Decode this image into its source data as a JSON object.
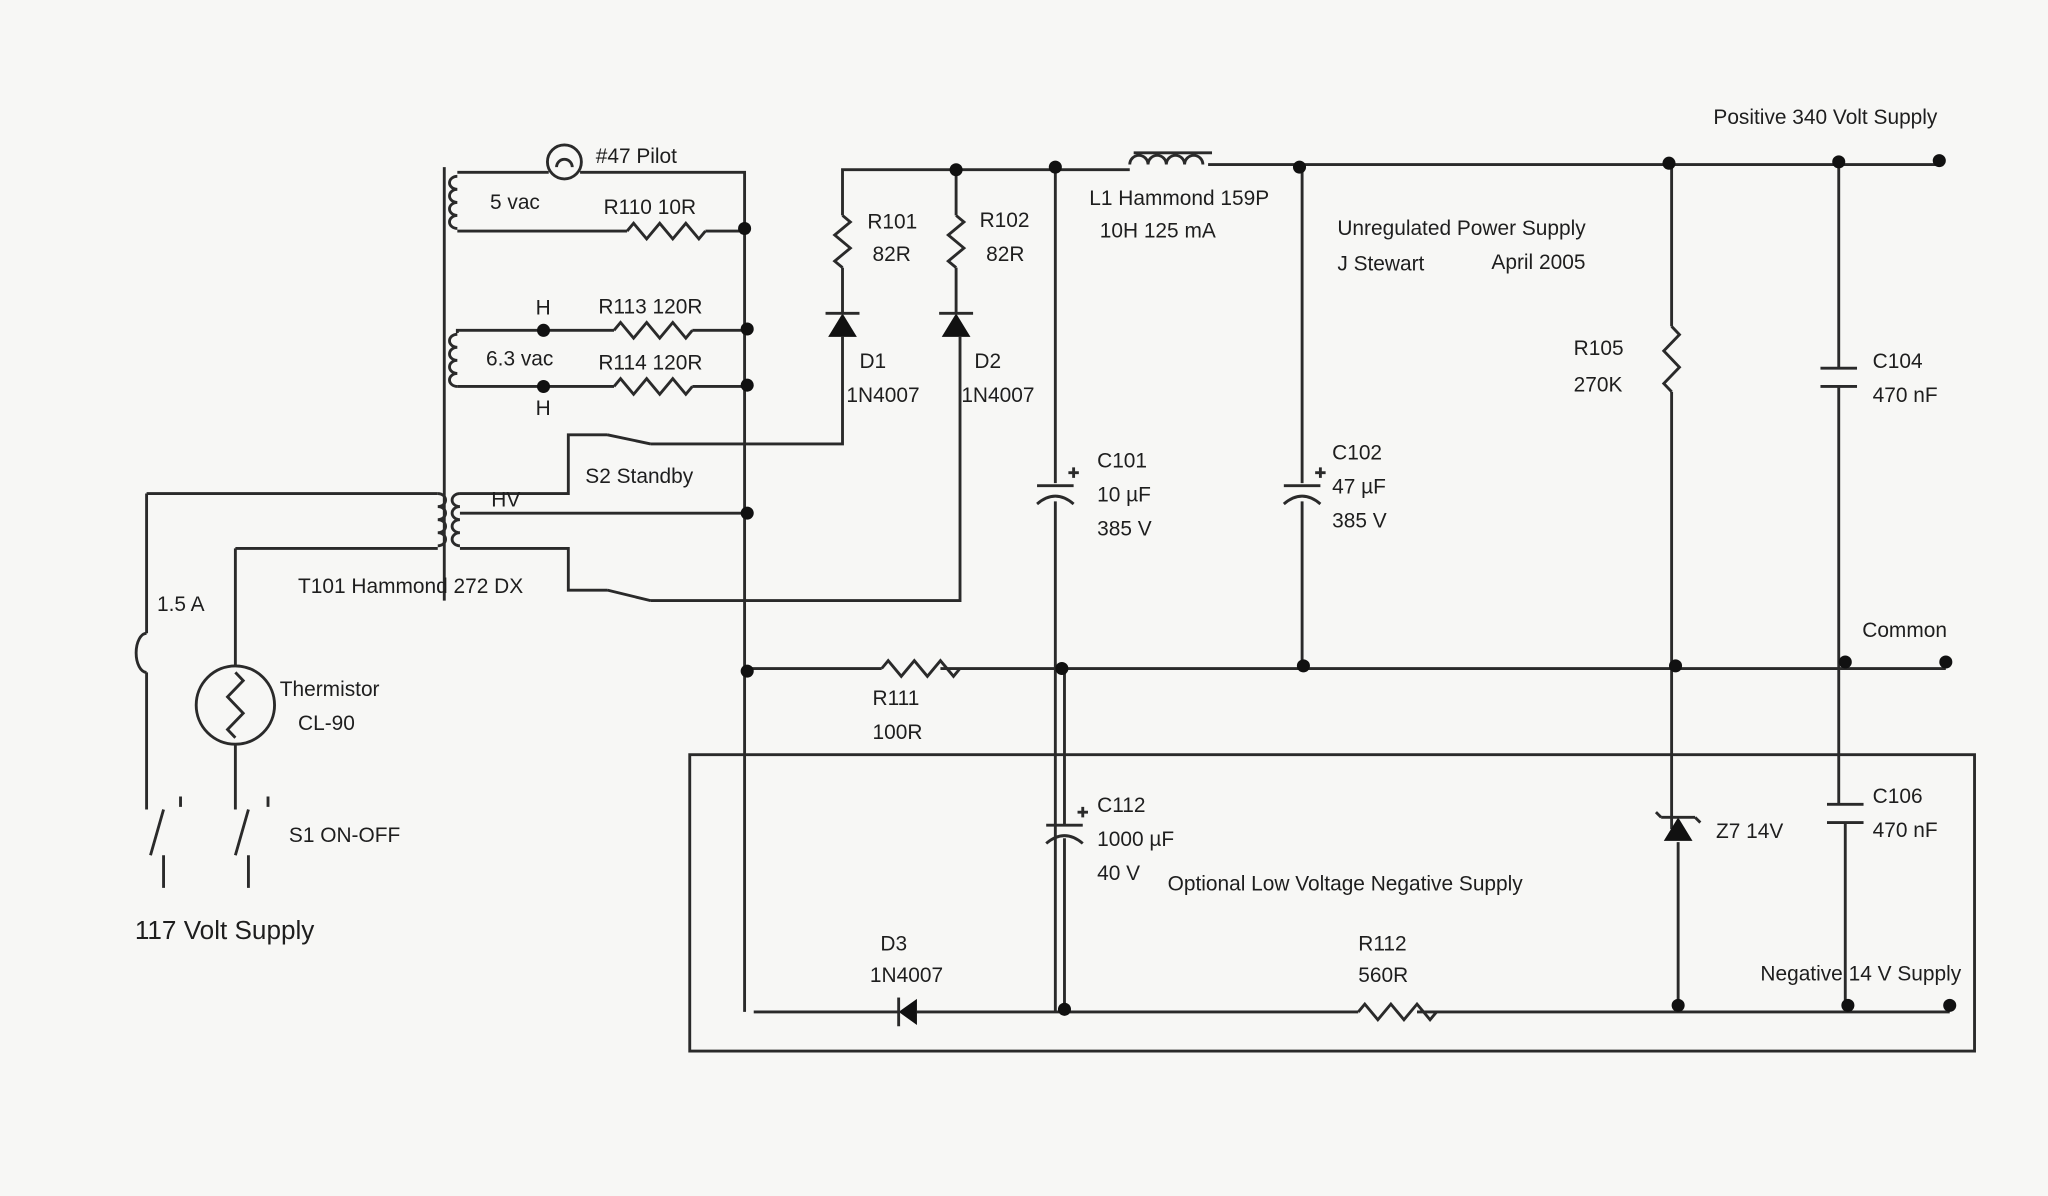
{
  "title": "Unregulated Power Supply",
  "author": "J Stewart",
  "date": "April 2005",
  "labels": {
    "pilot": "#47 Pilot",
    "v5": "5 vac",
    "r110": "R110 10R",
    "h1": "H",
    "h2": "H",
    "r113": "R113 120R",
    "v63": "6.3 vac",
    "r114": "R114 120R",
    "s2": "S2 Standby",
    "hv": "HV",
    "t101": "T101 Hammond 272 DX",
    "fuse": "1.5 A",
    "thermistor": "Thermistor",
    "thermistor_part": "CL-90",
    "s1": "S1   ON-OFF",
    "mains": "117 Volt Supply",
    "r101": "R101",
    "r101v": "82R",
    "r102": "R102",
    "r102v": "82R",
    "d1": "D1",
    "d1p": "1N4007",
    "d2": "D2",
    "d2p": "1N4007",
    "l1": "L1 Hammond 159P",
    "l1v": "10H   125 mA",
    "c101": "C101",
    "c101v": "10 µF",
    "c101r": "385 V",
    "c102": "C102",
    "c102v": "47 µF",
    "c102r": "385 V",
    "r105": "R105",
    "r105v": "270K",
    "c104": "C104",
    "c104v": "470 nF",
    "pos": "Positive 340 Volt Supply",
    "common": "Common",
    "r111": "R111",
    "r111v": "100R",
    "c112": "C112",
    "c112v": "1000 µF",
    "c112r": "40 V",
    "optional": "Optional Low Voltage Negative Supply",
    "z7": "Z7  14V",
    "c106": "C106",
    "c106v": "470 nF",
    "d3": "D3",
    "d3p": "1N4007",
    "r112": "R112",
    "r112v": "560R",
    "neg": "Negative 14 V Supply"
  }
}
